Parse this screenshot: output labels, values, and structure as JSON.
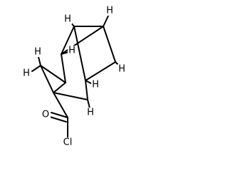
{
  "molecule": {
    "hydrogen_symbol": "H",
    "oxygen_symbol": "O",
    "chlorine_symbol": "Cl",
    "bond_color": "#000000",
    "background_color": "#ffffff"
  }
}
